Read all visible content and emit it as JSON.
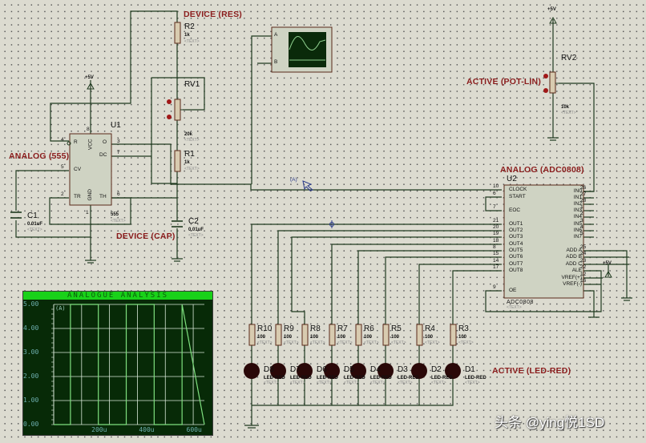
{
  "schematic": {
    "titles": {
      "device_res": "DEVICE (RES)",
      "analog_555": "ANALOG (555)",
      "device_cap": "DEVICE (CAP)",
      "active_pot": "ACTIVE (POT-LIN)",
      "analog_adc": "ANALOG (ADC0808)",
      "active_led": "ACTIVE (LED-RED)"
    },
    "text_placeholder": "<TEXT>",
    "power_label": "+5V",
    "components": {
      "R2": {
        "ref": "R2",
        "value": "1k"
      },
      "RV1": {
        "ref": "RV1",
        "value": "20k"
      },
      "R1": {
        "ref": "R1",
        "value": "1k"
      },
      "C1": {
        "ref": "C1",
        "value": "0.01uF"
      },
      "C2": {
        "ref": "C2",
        "value": "0.01uF"
      },
      "U1": {
        "ref": "U1",
        "value": "555",
        "pins": {
          "R": "R",
          "VCC": "VCC",
          "O": "O",
          "DC": "DC",
          "CV": "CV",
          "TR": "TR",
          "GND": "GND",
          "TH": "TH"
        },
        "pin_numbers": {
          "reset": "4",
          "vcc": "8",
          "out": "3",
          "dc": "7",
          "cv": "5",
          "tr": "2",
          "gnd": "1",
          "th": "6"
        }
      },
      "RV2": {
        "ref": "RV2",
        "value": "10k"
      },
      "U2": {
        "ref": "U2",
        "value": "ADC0808",
        "left_pins": [
          {
            "num": "10",
            "name": "CLOCK"
          },
          {
            "num": "6",
            "name": "START"
          },
          {
            "num": "7",
            "name": "EOC"
          },
          {
            "num": "21",
            "name": "OUT1"
          },
          {
            "num": "20",
            "name": "OUT2"
          },
          {
            "num": "19",
            "name": "OUT3"
          },
          {
            "num": "18",
            "name": "OUT4"
          },
          {
            "num": "8",
            "name": "OUT5"
          },
          {
            "num": "15",
            "name": "OUT6"
          },
          {
            "num": "14",
            "name": "OUT7"
          },
          {
            "num": "17",
            "name": "OUT8"
          },
          {
            "num": "9",
            "name": "OE"
          }
        ],
        "right_pins": [
          {
            "num": "26",
            "name": "IN0"
          },
          {
            "num": "27",
            "name": "IN1"
          },
          {
            "num": "28",
            "name": "IN2"
          },
          {
            "num": "1",
            "name": "IN3"
          },
          {
            "num": "2",
            "name": "IN4"
          },
          {
            "num": "3",
            "name": "IN5"
          },
          {
            "num": "4",
            "name": "IN6"
          },
          {
            "num": "5",
            "name": "IN7"
          },
          {
            "num": "25",
            "name": "ADD A"
          },
          {
            "num": "24",
            "name": "ADD B"
          },
          {
            "num": "23",
            "name": "ADD C"
          },
          {
            "num": "22",
            "name": "ALE"
          },
          {
            "num": "12",
            "name": "VREF(+)"
          },
          {
            "num": "16",
            "name": "VREF(-)"
          }
        ]
      },
      "resistors": [
        {
          "ref": "R10",
          "value": "100"
        },
        {
          "ref": "R9",
          "value": "100"
        },
        {
          "ref": "R8",
          "value": "100"
        },
        {
          "ref": "R7",
          "value": "100"
        },
        {
          "ref": "R6",
          "value": "100"
        },
        {
          "ref": "R5",
          "value": "100"
        },
        {
          "ref": "R4",
          "value": "100"
        },
        {
          "ref": "R3",
          "value": "100"
        }
      ],
      "leds": [
        {
          "ref": "D8",
          "value": "LED-RED"
        },
        {
          "ref": "D7",
          "value": "LED-RED"
        },
        {
          "ref": "D6",
          "value": "LED-RED"
        },
        {
          "ref": "D5",
          "value": "LED-RED"
        },
        {
          "ref": "D4",
          "value": "LED-RED"
        },
        {
          "ref": "D3",
          "value": "LED-RED"
        },
        {
          "ref": "D2",
          "value": "LED-RED"
        },
        {
          "ref": "D1",
          "value": "LED-RED"
        }
      ]
    },
    "oscilloscope": {
      "channel_a": "A",
      "channel_b": "B"
    },
    "probe_label": "(A)"
  },
  "analogue_graph": {
    "title": "ANALOGUE ANALYSIS",
    "trace_label": "(A)",
    "y_ticks": [
      "5.00",
      "4.00",
      "3.00",
      "2.00",
      "1.00",
      "0.00"
    ],
    "x_ticks": [
      "200u",
      "400u",
      "600u"
    ],
    "colors": {
      "background": "#072a07",
      "header": "#19d119",
      "trace": "#7fe07f",
      "grid": "#d8e8d8"
    }
  },
  "chart_data": {
    "type": "line",
    "title": "ANALOGUE ANALYSIS",
    "series": [
      {
        "name": "(A)",
        "x_us": [
          0,
          60,
          60,
          160,
          160,
          260,
          260,
          360,
          360,
          460,
          460,
          560,
          560,
          600
        ],
        "y": [
          0,
          0,
          5,
          5,
          0,
          0,
          5,
          5,
          0,
          0,
          5,
          5,
          0,
          0
        ]
      }
    ],
    "xlabel": "",
    "ylabel": "",
    "xlim_us": [
      0,
      540
    ],
    "ylim": [
      0,
      5
    ],
    "grid": true
  },
  "watermark": "头条 @ying悦1SD"
}
